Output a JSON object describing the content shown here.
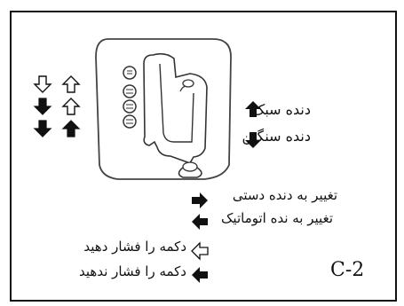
{
  "labels": {
    "light_gear": "دنده سبک",
    "heavy_gear": "دنده سنگین",
    "switch_manual": "تغییر به دنده دستی",
    "switch_auto": "تغییر به نده اتوماتیک",
    "press_button": "دکمه را فشار دهید",
    "no_press_button": "دکمه را فشار ندهید"
  },
  "figure_code": "C-2"
}
